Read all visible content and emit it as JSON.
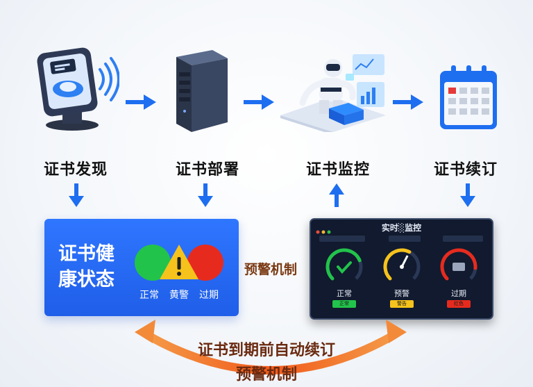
{
  "steps": [
    {
      "label": "证书发现",
      "icon": "certificate-scanner-icon"
    },
    {
      "label": "证书部署",
      "icon": "server-icon"
    },
    {
      "label": "证书监控",
      "icon": "robot-monitoring-icon"
    },
    {
      "label": "证书续订",
      "icon": "calendar-icon"
    }
  ],
  "health": {
    "title": "证书健康状态",
    "legend": [
      {
        "label": "正常",
        "color": "#22c34a"
      },
      {
        "label": "黄警",
        "color": "#f6c21c"
      },
      {
        "label": "过期",
        "color": "#e62b1e"
      }
    ]
  },
  "side_warning": "预警机制",
  "monitor": {
    "title": "实时░监控",
    "gauges": [
      {
        "label": "正常",
        "badge": "正常",
        "level": 0.75,
        "color": "#22c34a"
      },
      {
        "label": "预警",
        "badge": "警告",
        "level": 0.6,
        "color": "#f6c21c"
      },
      {
        "label": "过期",
        "badge": "红色",
        "level": 0.85,
        "color": "#e62b1e"
      }
    ]
  },
  "bottom": {
    "line1": "证书到期前自动续订",
    "line2": "预警机制"
  },
  "colors": {
    "arrow_blue": "#1e6ef0",
    "arrow_orange": "#f2742a",
    "panel_blue": "#2a6cf7",
    "panel_dark": "#111a2e"
  }
}
